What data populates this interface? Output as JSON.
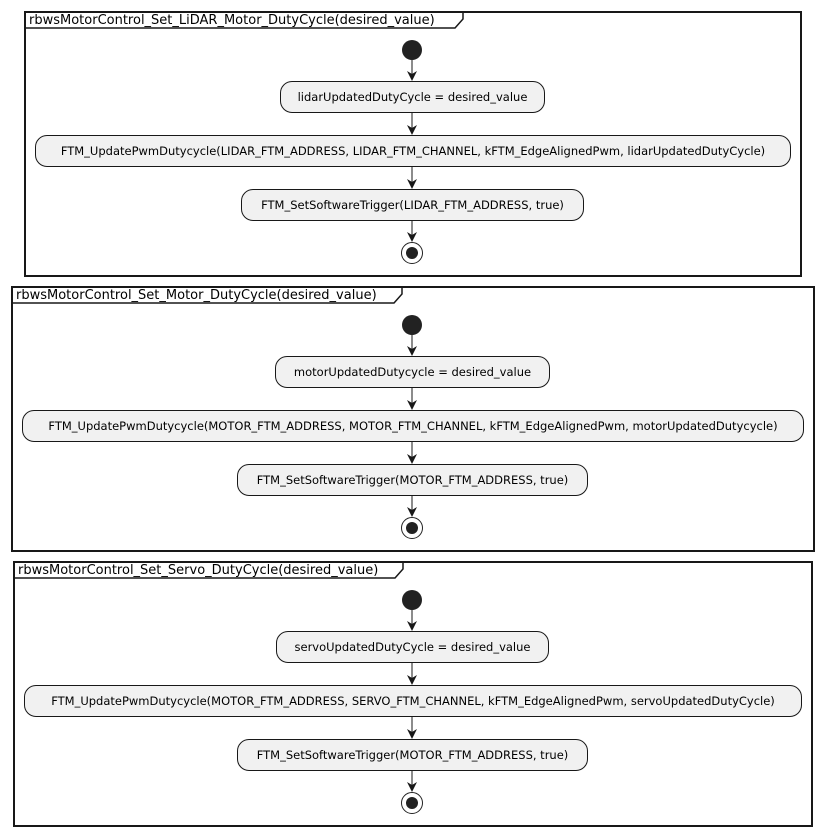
{
  "diagrams": [
    {
      "title": "rbwsMotorControl_Set_LiDAR_Motor_DutyCycle(desired_value)",
      "steps": [
        "lidarUpdatedDutyCycle = desired_value",
        "FTM_UpdatePwmDutycycle(LIDAR_FTM_ADDRESS, LIDAR_FTM_CHANNEL, kFTM_EdgeAlignedPwm, lidarUpdatedDutyCycle)",
        "FTM_SetSoftwareTrigger(LIDAR_FTM_ADDRESS, true)"
      ]
    },
    {
      "title": "rbwsMotorControl_Set_Motor_DutyCycle(desired_value)",
      "steps": [
        "motorUpdatedDutycycle = desired_value",
        "FTM_UpdatePwmDutycycle(MOTOR_FTM_ADDRESS, MOTOR_FTM_CHANNEL, kFTM_EdgeAlignedPwm, motorUpdatedDutycycle)",
        "FTM_SetSoftwareTrigger(MOTOR_FTM_ADDRESS, true)"
      ]
    },
    {
      "title": "rbwsMotorControl_Set_Servo_DutyCycle(desired_value)",
      "steps": [
        "servoUpdatedDutyCycle = desired_value",
        "FTM_UpdatePwmDutycycle(MOTOR_FTM_ADDRESS, SERVO_FTM_CHANNEL, kFTM_EdgeAlignedPwm, servoUpdatedDutyCycle)",
        "FTM_SetSoftwareTrigger(MOTOR_FTM_ADDRESS, true)"
      ]
    }
  ]
}
